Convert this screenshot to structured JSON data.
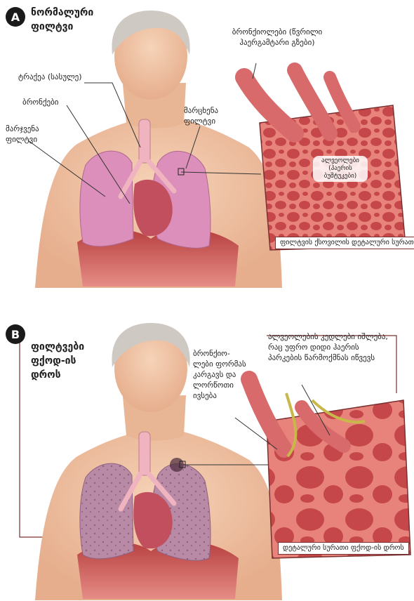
{
  "panel_a": {
    "badge": "A",
    "title": "ნორმალური ფილტვი",
    "labels": {
      "trachea": "ტრაქეა (სასულე)",
      "bronchi": "ბრონქები",
      "right_lung": "მარჯვენა ფილტვი",
      "left_lung": "მარცხენა ფილტვი",
      "bronchioles": "ბრონქიოლები (წვრილი ჰაერგამტარი გზები)",
      "alveoli": "ალვეოლები (ჰაერის ბუშტუკები)"
    },
    "inset_caption": "ფილტვის ქსოვილის დეტალური სურათი"
  },
  "panel_b": {
    "badge": "B",
    "title": "ფილტვები ფქოდ-ის დროს",
    "labels": {
      "bronchioles_change": "ბრონქიო-ლები ფორმას კარგავს და ლორწოთი ივსება",
      "alveoli_change": "ალვეოლების კედლები იშლება, რაც უფრო დიდი ჰაერის პარკების წარმოქმნას იწვევს"
    },
    "inset_caption": "დეტალური სურათი ფქოდ-ის დროს"
  },
  "colors": {
    "skin": "#f2c8a8",
    "lung_normal": "#d98bb5",
    "lung_copd": "#b88aa8",
    "tissue": "#e9847e",
    "tissue_dark": "#c74c4c",
    "diaphragm": "#c0504d",
    "mucus": "#c8b84a"
  }
}
